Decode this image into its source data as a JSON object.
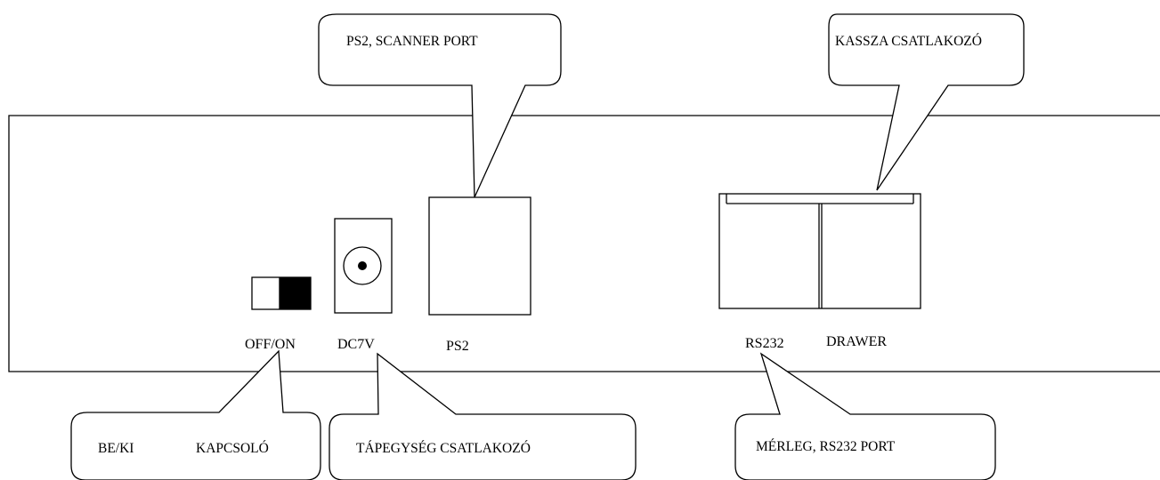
{
  "panel_labels": {
    "switch": "OFF/ON",
    "power": "DC7V",
    "ps2": "PS2",
    "rs232": "RS232",
    "drawer": "DRAWER"
  },
  "callouts": {
    "scanner": "PS2, SCANNER PORT",
    "drawer": "KASSZA CSATLAKOZÓ",
    "switch_left": "BE/KI",
    "switch_right": "KAPCSOLÓ",
    "power": "TÁPEGYSÉG CSATLAKOZÓ",
    "scale": "MÉRLEG, RS232 PORT"
  }
}
